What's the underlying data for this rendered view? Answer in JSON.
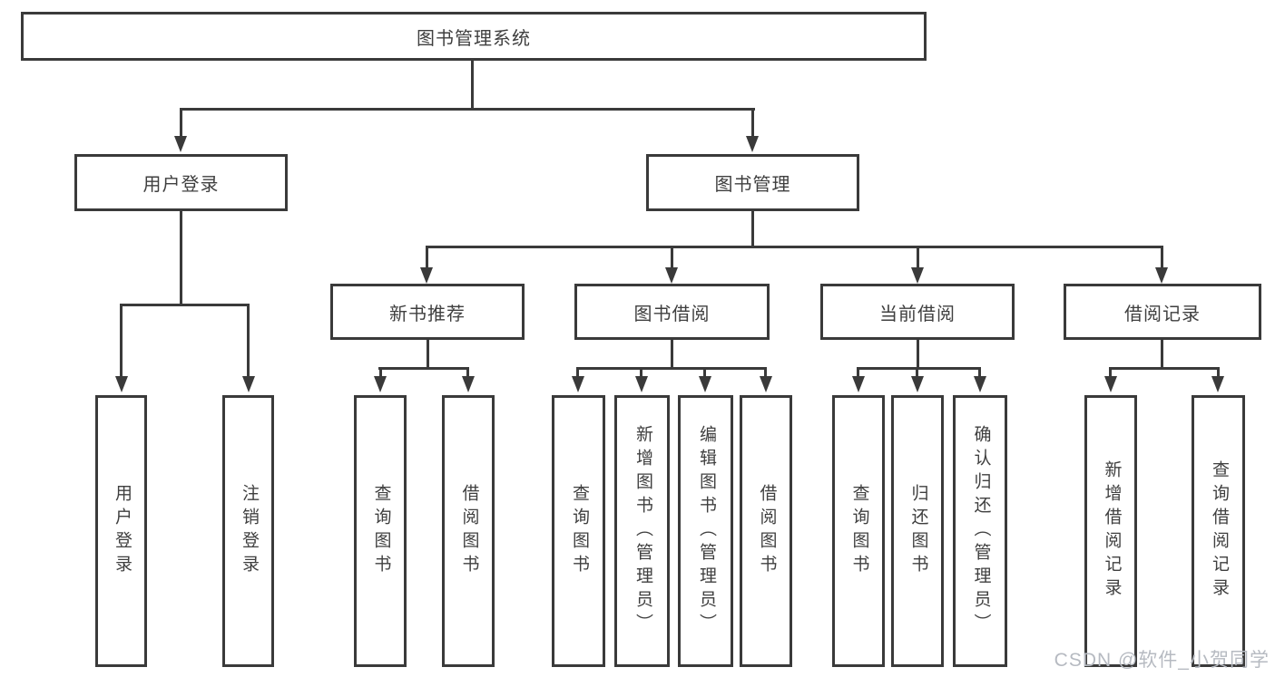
{
  "tree": {
    "root": {
      "label": "图书管理系统",
      "children": [
        {
          "label": "用户登录",
          "children": [
            {
              "label": "用户登录"
            },
            {
              "label": "注销登录"
            }
          ]
        },
        {
          "label": "图书管理",
          "children": [
            {
              "label": "新书推荐",
              "children": [
                {
                  "label": "查询图书"
                },
                {
                  "label": "借阅图书"
                }
              ]
            },
            {
              "label": "图书借阅",
              "children": [
                {
                  "label": "查询图书"
                },
                {
                  "label": "新增图书（管理员）"
                },
                {
                  "label": "编辑图书（管理员）"
                },
                {
                  "label": "借阅图书"
                }
              ]
            },
            {
              "label": "当前借阅",
              "children": [
                {
                  "label": "查询图书"
                },
                {
                  "label": "归还图书"
                },
                {
                  "label": "确认归还（管理员）"
                }
              ]
            },
            {
              "label": "借阅记录",
              "children": [
                {
                  "label": "新增借阅记录"
                },
                {
                  "label": "查询借阅记录"
                }
              ]
            }
          ]
        }
      ]
    }
  },
  "watermark": {
    "text": "CSDN @软件_小贺同学"
  },
  "colors": {
    "line": "#3a3a3a",
    "text": "#3f3f3f",
    "background": "#ffffff",
    "watermark": "#b6bac1"
  }
}
